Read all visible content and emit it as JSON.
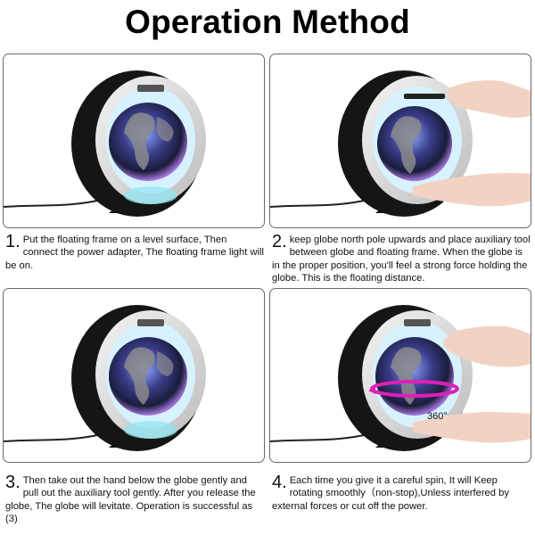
{
  "title": "Operation Method",
  "steps": [
    {
      "number": "1.",
      "text": "Put the floating frame on a level surface, Then connect the power adapter, The floating frame light will be on."
    },
    {
      "number": "2.",
      "text": "keep globe north pole upwards and place auxiliary tool between globe and floating frame. When the globe is in the proper position, you'll feel a strong force holding the globe. This is the floating distance."
    },
    {
      "number": "3.",
      "text": "Then take out the hand below the globe gently and pull out the auxiliary tool gently. After you release the globe, The globe will levitate. Operation is successful as (3)"
    },
    {
      "number": "4.",
      "text": "Each time you give it a careful spin, It will Keep rotating smoothly（non-stop),Unless interfered by external forces or cut off the power."
    }
  ],
  "rotation_label": "360°",
  "colors": {
    "frame_dark": "#1a1a1a",
    "ring_silver": "#dcdcdc",
    "globe_blue": "#4f7de0",
    "globe_purple": "#a878e0",
    "cyan_glow": "#8fe6f2",
    "arrow_magenta": "#e01fb8"
  },
  "icons": [
    "levitating-globe-device",
    "hand",
    "auxiliary-tool",
    "power-cable",
    "rotation-arrow"
  ]
}
